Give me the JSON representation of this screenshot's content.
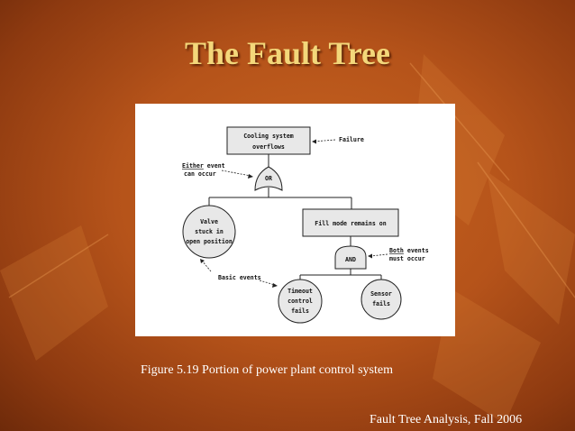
{
  "slide": {
    "title": "The Fault Tree",
    "caption": "Figure 5.19 Portion of power plant control system",
    "footer": "Fault Tree Analysis, Fall 2006"
  },
  "diagram": {
    "top_event": [
      "Cooling system",
      "overflows"
    ],
    "failure_note": "Failure",
    "or_gate": "OR",
    "either_note_line1_word": "Either",
    "either_note_line1_rest": " event",
    "either_note_line2": "can occur",
    "valve": [
      "Valve",
      "stuck in",
      "open position"
    ],
    "fill_mode": "Fill mode remains on",
    "and_gate": "AND",
    "both_note_line1_word": "Both",
    "both_note_line1_rest": " events",
    "both_note_line2": "must occur",
    "basic_events_note": "Basic events",
    "timeout": [
      "Timeout",
      "control",
      "fails"
    ],
    "sensor": [
      "Sensor",
      "fails"
    ]
  }
}
